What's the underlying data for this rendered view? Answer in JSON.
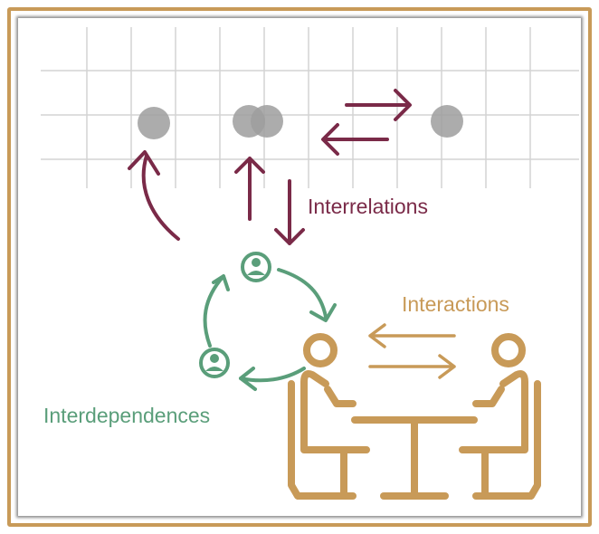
{
  "labels": {
    "interrelations": "Interrelations",
    "interactions": "Interactions",
    "interdependences": "Interdependences"
  },
  "colors": {
    "frame": "#c89a58",
    "interrelations": "#7a2a48",
    "interactions": "#c89a58",
    "interdependences": "#5a9e7a",
    "grid": "#d4d4d4",
    "node": "#9e9e9e"
  },
  "icons": [
    "person-icon",
    "person-icon",
    "table-with-two-people-icon"
  ]
}
